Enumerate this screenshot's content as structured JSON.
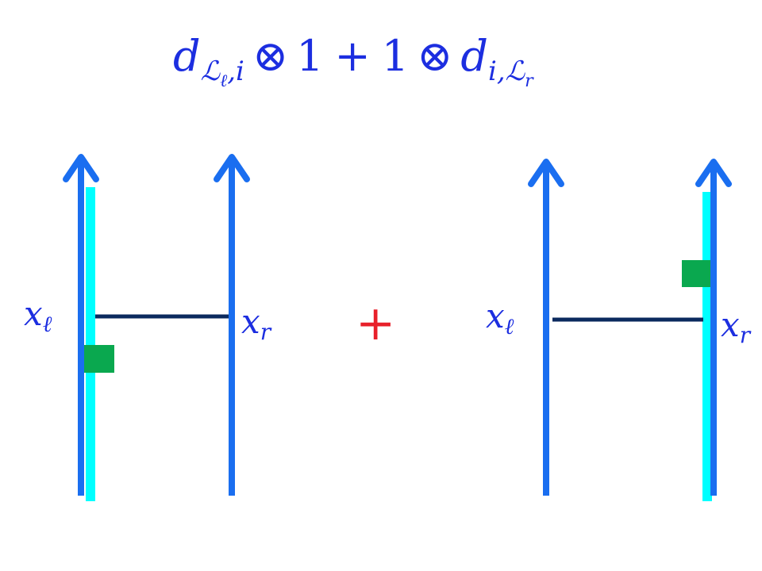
{
  "formula": {
    "d1": "d",
    "sub1_script": "ℒ",
    "sub1_script_sub": "ℓ",
    "sub1_rest": ",i",
    "otimes1": "⊗",
    "one1": "1",
    "plus": "+",
    "one2": "1",
    "otimes2": "⊗",
    "d2": "d",
    "sub2_prefix": "i,",
    "sub2_script": "ℒ",
    "sub2_script_sub": "r"
  },
  "left_diagram": {
    "label_left": {
      "base": "x",
      "sub": "ℓ"
    },
    "label_right": {
      "base": "x",
      "sub": "r"
    }
  },
  "separator": "+",
  "right_diagram": {
    "label_left": {
      "base": "x",
      "sub": "ℓ"
    },
    "label_right": {
      "base": "x",
      "sub": "r"
    }
  },
  "colors": {
    "strand": "#1a6ef0",
    "highlight": "#00ffff",
    "rung": "#0b2a5e",
    "box": "#0aa84f",
    "formula": "#1c2ee0",
    "plus": "#e8202a",
    "label": "#1c2ee0"
  }
}
